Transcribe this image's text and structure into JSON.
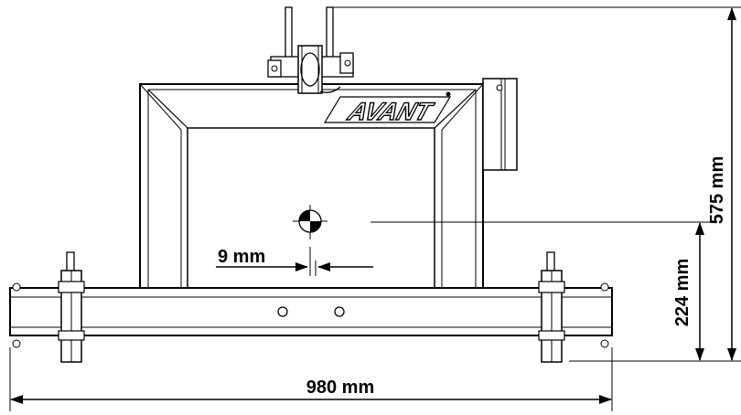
{
  "dimensions": {
    "width_label": "980 mm",
    "height_label": "575 mm",
    "cog_height_label": "224 mm",
    "cog_offset_label": "9 mm"
  },
  "logo_text": "AVANT"
}
